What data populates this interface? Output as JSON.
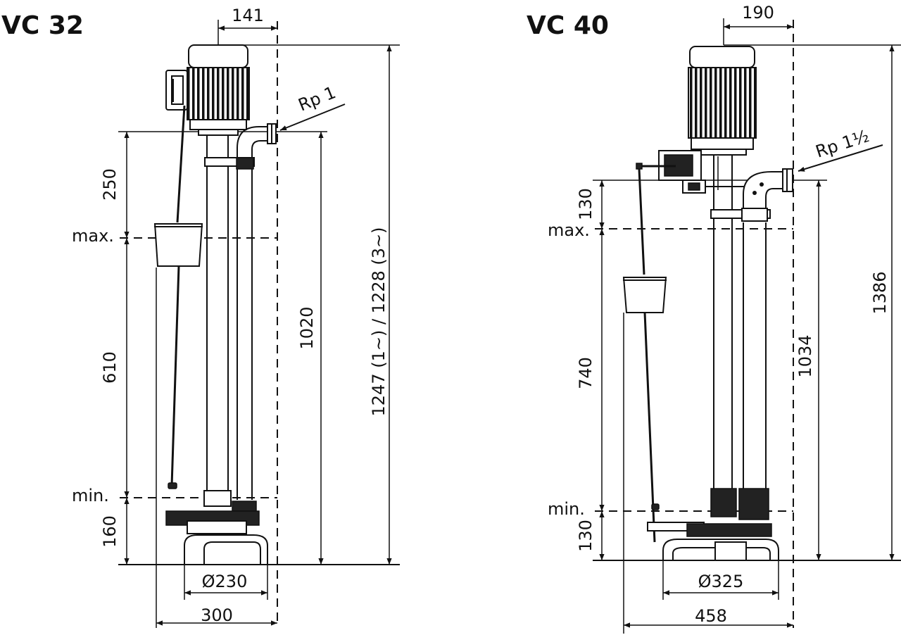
{
  "colors": {
    "ink": "#111111",
    "background": "#ffffff"
  },
  "vc32": {
    "title": "VC 32",
    "dim_motor_offset": "141",
    "outlet_label": "Rp 1",
    "dim_outlet_to_max": "250",
    "dim_max_to_min": "610",
    "dim_min_to_base": "160",
    "dim_outlet_height": "1020",
    "dim_total_height": "1247 (1~) / 1228 (3~)",
    "dim_foot_diameter": "Ø230",
    "dim_width": "300",
    "label_max": "max.",
    "label_min": "min."
  },
  "vc40": {
    "title": "VC 40",
    "dim_motor_offset": "190",
    "outlet_label": "Rp 1½",
    "dim_outlet_to_max": "130",
    "dim_max_to_min": "740",
    "dim_min_to_base": "130",
    "dim_outlet_height": "1034",
    "dim_total_height": "1386",
    "dim_foot_diameter": "Ø325",
    "dim_width": "458",
    "label_max": "max.",
    "label_min": "min."
  }
}
